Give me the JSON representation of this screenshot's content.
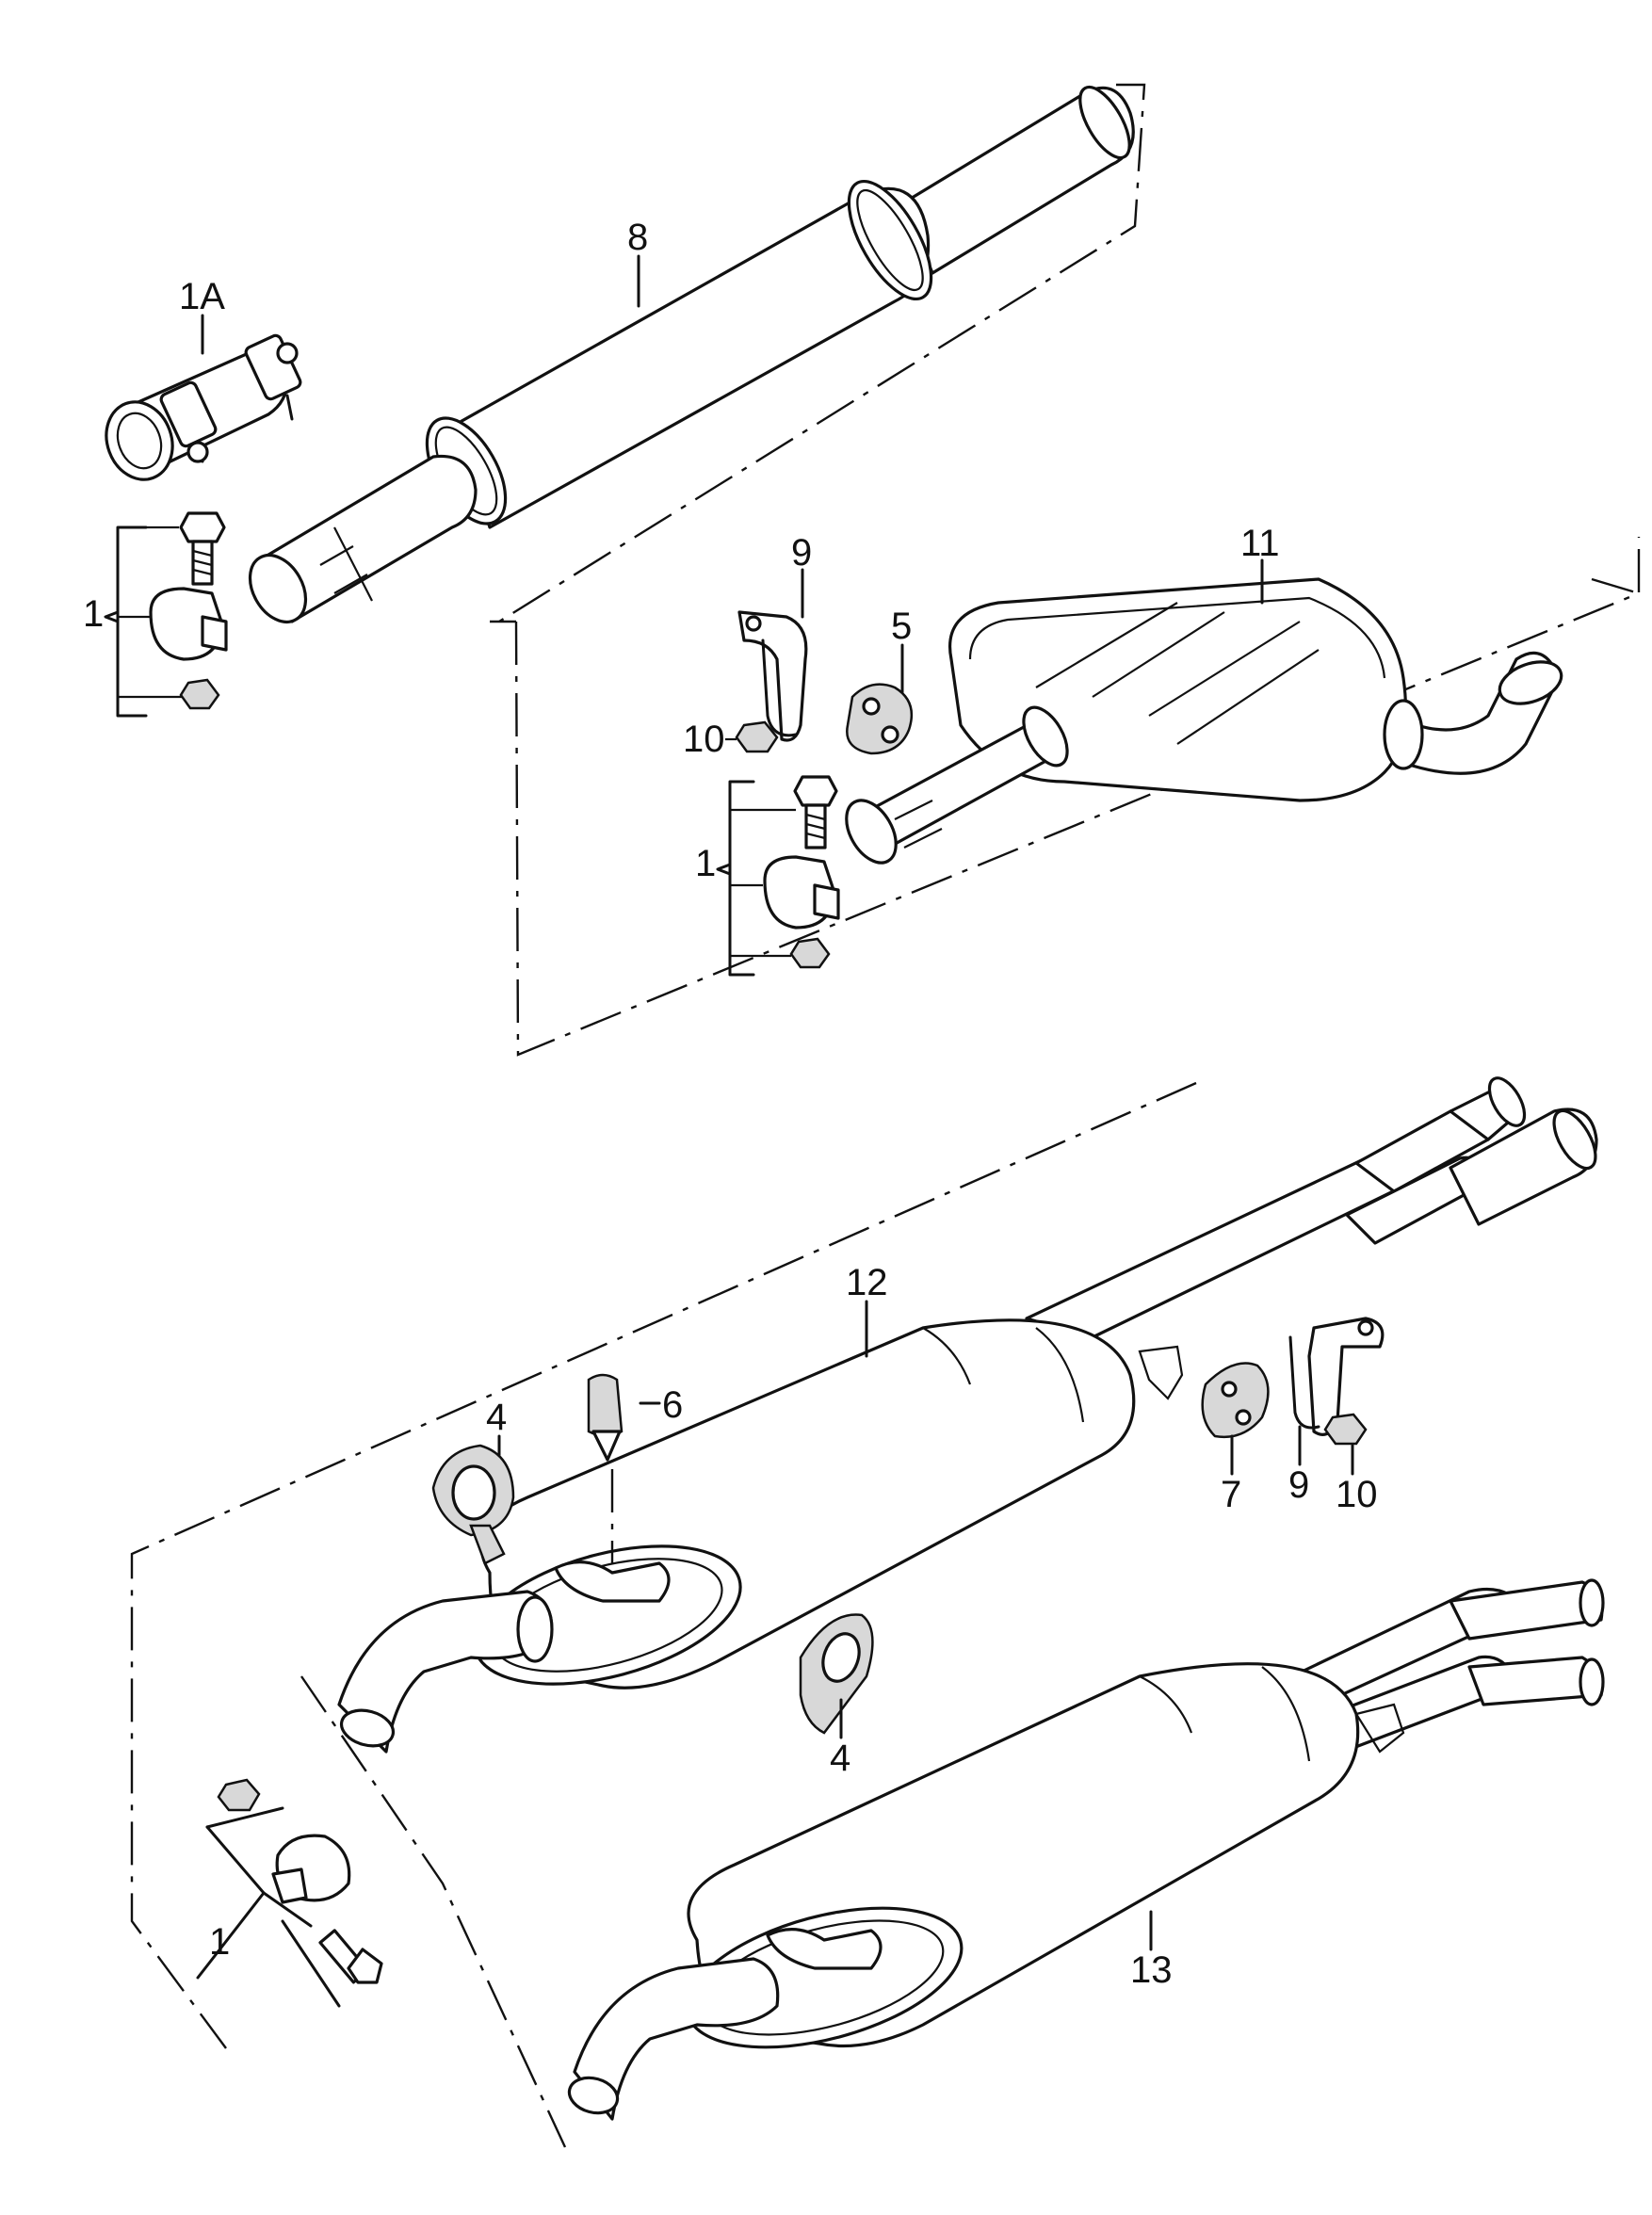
{
  "callouts": {
    "c1a": "1A",
    "c1_top": "1",
    "c8": "8",
    "c9_mid": "9",
    "c11": "11",
    "c5": "5",
    "c10_mid": "10",
    "c1_mid": "1",
    "c12": "12",
    "c4_top": "4",
    "c6": "6",
    "c7": "7",
    "c9_low": "9",
    "c10_low": "10",
    "c4_low": "4",
    "c1_low": "1",
    "c13": "13"
  }
}
